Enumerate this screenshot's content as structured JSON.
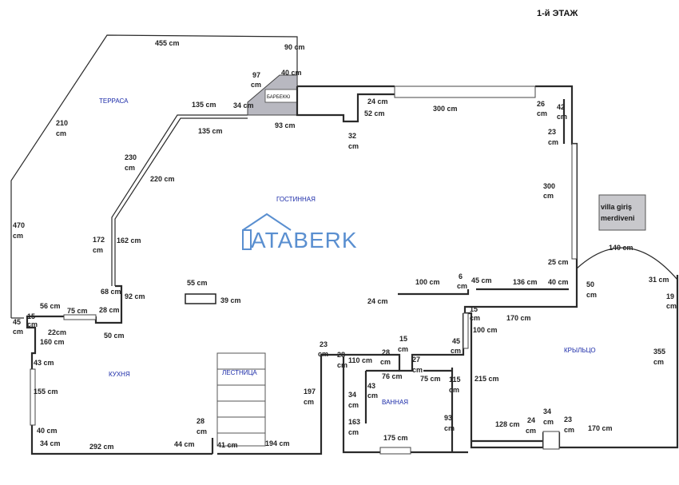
{
  "title": "1-й ЭТАЖ",
  "logo": "ATABERK",
  "colors": {
    "room_label": "#1a2aa8",
    "logo": "#5a8fd0",
    "shaded": "#b8b8c0"
  },
  "rooms": {
    "terrace": "ТЕРРАСА",
    "living": "ГОСТИННАЯ",
    "kitchen": "КУХНЯ",
    "stairs": "ЛЕСТНИЦА",
    "bathroom": "ВАННАЯ",
    "porch": "КРЫЛЬЦО",
    "bbq": "БАРБЕКЮ"
  },
  "sign": {
    "line1": "villa giriş",
    "line2": "merdiveni"
  },
  "dims": {
    "d455": "455 cm",
    "d90": "90 cm",
    "d97a": "97",
    "d97b": "cm",
    "d40": "40 cm",
    "d34": "34 cm",
    "d135a": "135 cm",
    "d135b": "135 cm",
    "d93": "93 cm",
    "d24": "24 cm",
    "d52": "52 cm",
    "d300top": "300 cm",
    "d26a": "26",
    "d26b": "cm",
    "d42a": "42",
    "d42b": "cm",
    "d32a": "32",
    "d32b": "cm",
    "d23a": "23",
    "d23b": "cm",
    "d210a": "210",
    "d210b": "cm",
    "d230a": "230",
    "d230b": "cm",
    "d220": "220 cm",
    "d300ra": "300",
    "d300rb": "cm",
    "d470a": "470",
    "d470b": "cm",
    "d172a": "172",
    "d172b": "cm",
    "d162": "162 cm",
    "d140": "140 cm",
    "d25": "25 cm",
    "d68": "68 cm",
    "d92": "92 cm",
    "d55": "55 cm",
    "d39": "39 cm",
    "d100a": "100 cm",
    "d6a": "6",
    "d6b": "cm",
    "d45a": "45 cm",
    "d136": "136 cm",
    "d40b": "40 cm",
    "d50a": "50",
    "d50b": "cm",
    "d31": "31 cm",
    "d19a": "19",
    "d19b": "cm",
    "d56": "56 cm",
    "d75a": "75 cm",
    "d28a": "28 cm",
    "d24b": "24 cm",
    "d15a": "15",
    "d15b": "cm",
    "d45b": "45",
    "d45c": "cm",
    "d22": "22cm",
    "d160": "160 cm",
    "d50c": "50 cm",
    "d15c": "15",
    "d15d": "cm",
    "d100b": "100 cm",
    "d170": "170 cm",
    "d23c": "23",
    "d23d": "cm",
    "d28b": "28",
    "d28c": "cm",
    "d110": "110 cm",
    "d28d": "28",
    "d28e": "cm",
    "d15e": "15",
    "d15f": "cm",
    "d27a": "27",
    "d27b": "cm",
    "d45d": "45",
    "d45e": "cm",
    "d355a": "355",
    "d355b": "cm",
    "d43a": "43 cm",
    "d76": "76 cm",
    "d75b": "75 cm",
    "d115a": "115",
    "d115b": "cm",
    "d215": "215 cm",
    "d155": "155 cm",
    "d197a": "197",
    "d197b": "cm",
    "d34b": "34",
    "d34c": "cm",
    "d43b": "43",
    "d43c": "cm",
    "d163a": "163",
    "d163b": "cm",
    "d93b": "93",
    "d93c": "cm",
    "d128": "128 cm",
    "d24c": "24",
    "d24d": "cm",
    "d34d": "34",
    "d34e": "cm",
    "d23e": "23",
    "d23f": "cm",
    "d170b": "170 cm",
    "d40c": "40 cm",
    "d28f": "28",
    "d28g": "cm",
    "d34f": "34 cm",
    "d292": "292 cm",
    "d44": "44 cm",
    "d41": "41 cm",
    "d194": "194 cm",
    "d175": "175 cm"
  }
}
